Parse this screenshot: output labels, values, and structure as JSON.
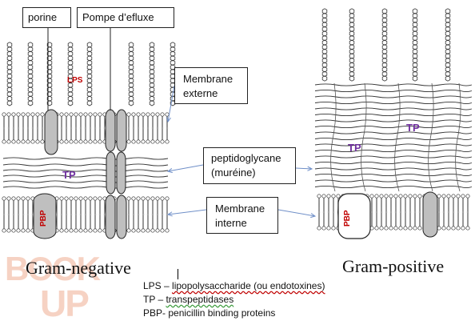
{
  "callouts": {
    "porine": "porine",
    "pompe": "Pompe d’efluxe",
    "membrane_externe_1": "Membrane",
    "membrane_externe_2": "externe",
    "peptidoglycane_1": "peptidoglycane",
    "peptidoglycane_2": "(muréine)",
    "membrane_interne_1": "Membrane",
    "membrane_interne_2": "interne"
  },
  "labels": {
    "lps": "LPS",
    "tp": "TP",
    "pbp": "PBP"
  },
  "titles": {
    "gram_negative": "Gram-negative",
    "gram_positive": "Gram-positive"
  },
  "legend": {
    "lps_prefix": "LPS – ",
    "lps_def": "lipopolysaccharide (ou endotoxines)",
    "tp_prefix": "TP – ",
    "tp_def": "transpeptidases",
    "pbp_line": "PBP- penicillin binding proteins"
  },
  "watermark": {
    "top": "BOOK",
    "bottom": "UP"
  },
  "colors": {
    "tp_label": "#7030a0",
    "pbp_label": "#c00000",
    "arrow": "#6f8fc8",
    "protein_fill": "#bfbfbf",
    "watermark": "#f4c4b0"
  }
}
